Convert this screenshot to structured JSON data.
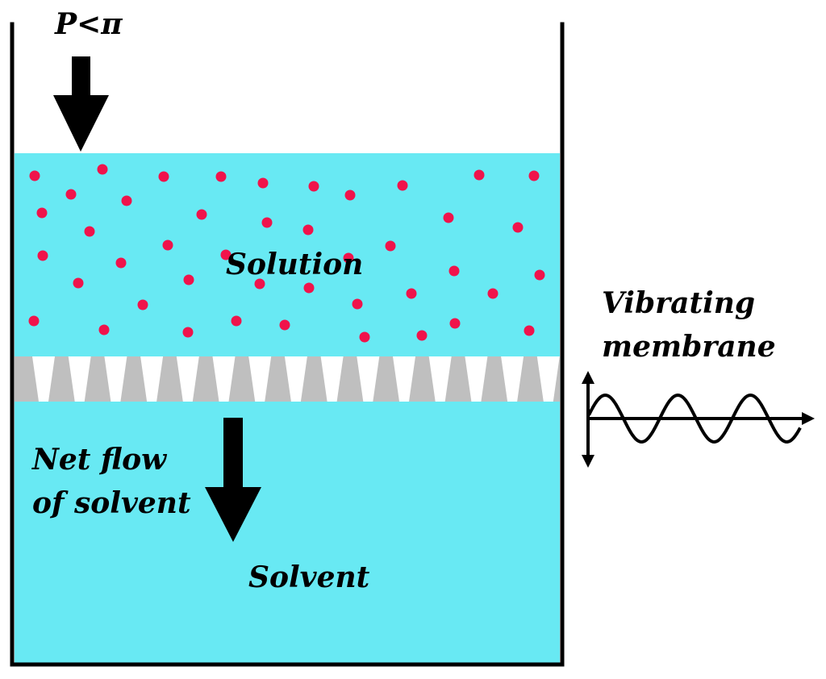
{
  "labels": {
    "pressure": "P<π",
    "solution": "Solution",
    "vibrating_line1": "Vibrating",
    "vibrating_line2": "membrane",
    "net_flow_line1": "Net flow",
    "net_flow_line2": "of solvent",
    "solvent": "Solvent"
  },
  "colors": {
    "liquid": "#68E9F3",
    "solute_particle": "#F0134B",
    "membrane": "#BFBFBF",
    "membrane_pores": "#FFFFFF",
    "outline": "#000000",
    "background": "#FFFFFF"
  },
  "icons": {
    "pressure_arrow": "arrow-down-icon",
    "flow_arrow": "arrow-down-icon",
    "vibration_wave": "sine-wave-icon",
    "vibration_axis": "double-arrow-vertical-icon"
  }
}
